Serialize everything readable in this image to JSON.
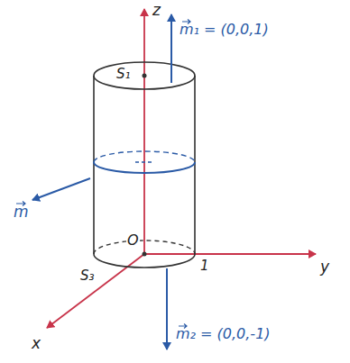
{
  "diagram": {
    "labels": [
      "z",
      "m₁ = (0,0,1)",
      "S₁",
      "m",
      "O",
      "1",
      "y",
      "S₃",
      "x",
      "m₂ = (0,0,-1)"
    ]
  }
}
